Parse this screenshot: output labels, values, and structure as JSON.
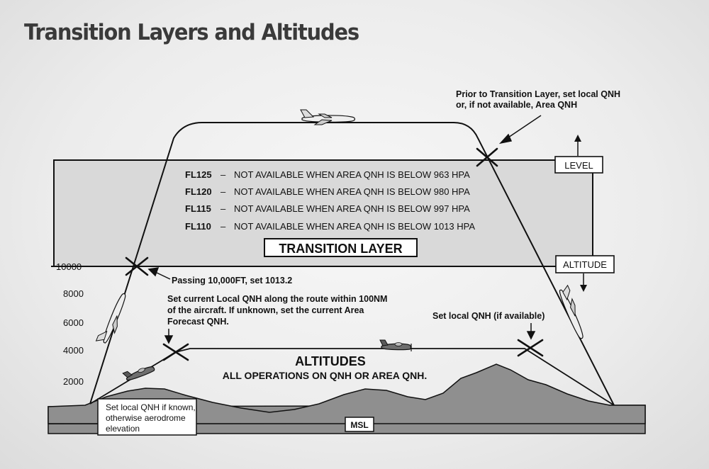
{
  "title": "Transition Layers and Altitudes",
  "altitude_ticks": [
    "10000",
    "8000",
    "6000",
    "4000",
    "2000"
  ],
  "flight_levels": [
    {
      "level": "FL125",
      "dash": "–",
      "text": "NOT AVAILABLE WHEN AREA QNH IS BELOW 963 HPA"
    },
    {
      "level": "FL120",
      "dash": "–",
      "text": "NOT AVAILABLE WHEN AREA QNH IS BELOW 980 HPA"
    },
    {
      "level": "FL115",
      "dash": "–",
      "text": "NOT AVAILABLE WHEN AREA QNH IS BELOW 997 HPA"
    },
    {
      "level": "FL110",
      "dash": "–",
      "text": "NOT AVAILABLE WHEN AREA QNH IS BELOW 1013 HPA"
    }
  ],
  "transition_layer_label": "TRANSITION LAYER",
  "level_box": "LEVEL",
  "altitude_box": "ALTITUDE",
  "msl_label": "MSL",
  "altitudes_heading": "ALTITUDES",
  "altitudes_sub": "ALL OPERATIONS ON QNH OR AREA QNH.",
  "notes": {
    "prior_transition": [
      "Prior to Transition Layer, set local QNH",
      "or, if not  available, Area QNH"
    ],
    "passing_10000": "Passing 10,000FT,  set  1013.2",
    "set_current_local": [
      "Set  current Local QNH along the route within 100NM",
      "of the aircraft.  If unknown, set the current Area",
      "Forecast QNH."
    ],
    "set_local_if_available": "Set local QNH (if available)",
    "aerodrome": [
      "Set local QNH if known,",
      "otherwise aerodrome",
      "elevation"
    ]
  }
}
